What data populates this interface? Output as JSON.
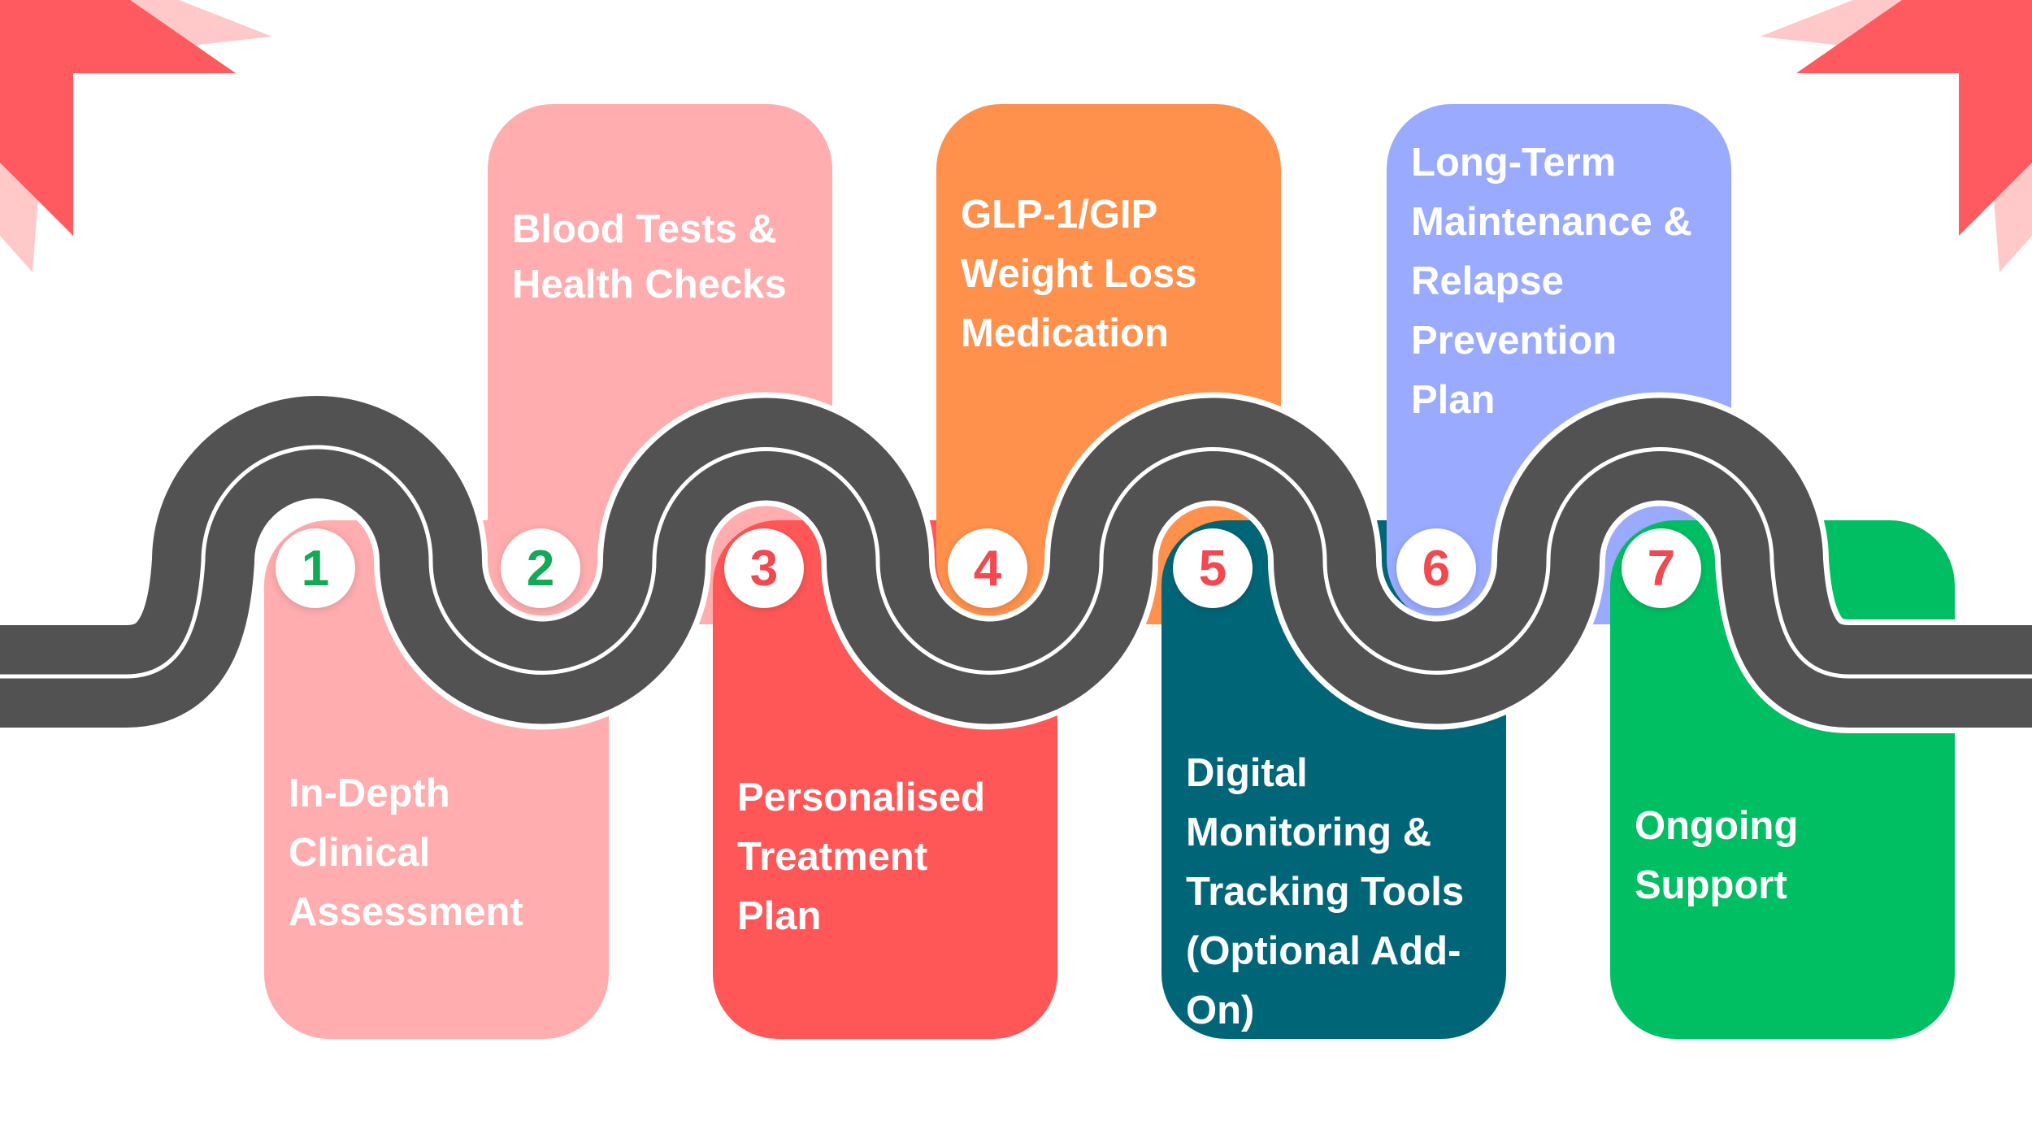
{
  "colors": {
    "road": "#525252",
    "road_edge": "#ffffff",
    "corner_dark": "#ff5a5f",
    "corner_light": "#ffc9c9"
  },
  "steps": [
    {
      "number": "1",
      "lines": [
        "In-Depth Clinical",
        "Assessment"
      ],
      "card_color": "#ffadaf",
      "number_color": "#12a957"
    },
    {
      "number": "2",
      "lines": [
        "Blood Tests &",
        "Health Checks"
      ],
      "card_color": "#ffadaf",
      "number_color": "#12a957"
    },
    {
      "number": "3",
      "lines": [
        "Personalised",
        "Treatment",
        "Plan"
      ],
      "card_color": "#ff5757",
      "number_color": "#f2484f"
    },
    {
      "number": "4",
      "lines": [
        "GLP-1/GIP",
        "Weight Loss",
        "Medication"
      ],
      "card_color": "#ff914d",
      "number_color": "#f2484f"
    },
    {
      "number": "5",
      "lines": [
        "Digital",
        "Monitoring &",
        "Tracking Tools",
        "(Optional Add-",
        "On)"
      ],
      "card_color": "#006677",
      "number_color": "#f2484f"
    },
    {
      "number": "6",
      "lines": [
        "Long-Term",
        "Maintenance &",
        "Relapse",
        "Prevention",
        "Plan"
      ],
      "card_color": "#9aabff",
      "number_color": "#f2484f"
    },
    {
      "number": "7",
      "lines": [
        "Ongoing",
        "Support"
      ],
      "card_color": "#00bf63",
      "number_color": "#f2484f"
    }
  ]
}
